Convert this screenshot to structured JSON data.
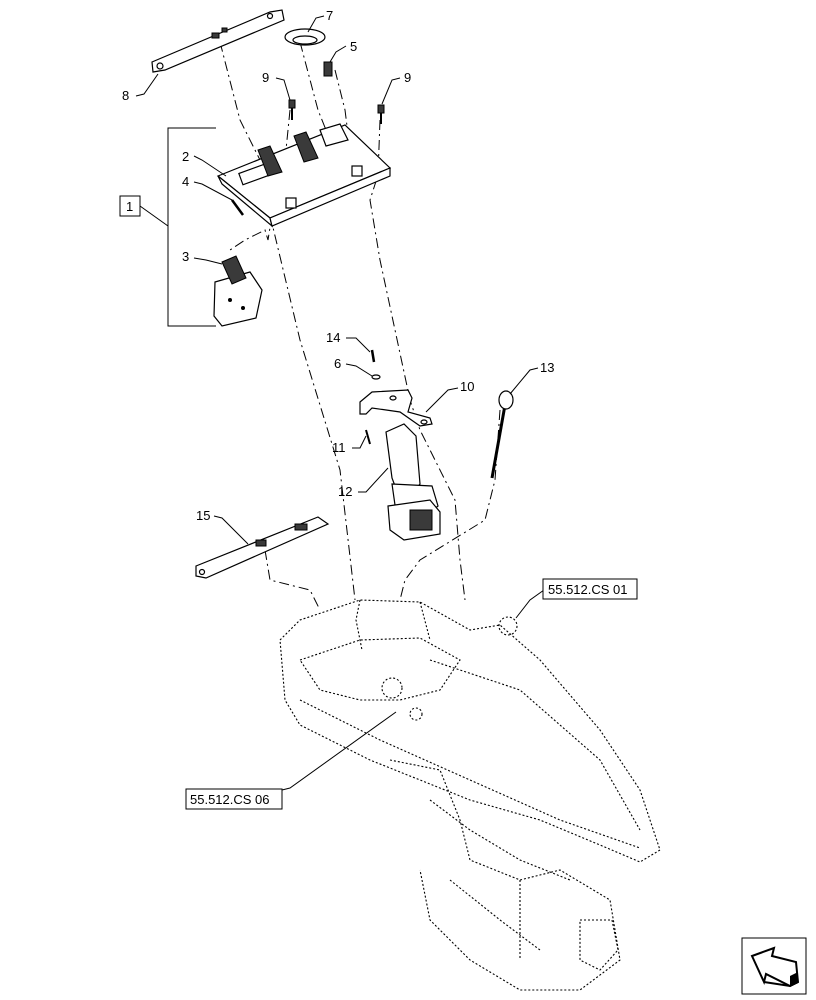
{
  "callouts": {
    "c1": "1",
    "c2": "2",
    "c3": "3",
    "c4": "4",
    "c5": "5",
    "c6": "6",
    "c7": "7",
    "c8": "8",
    "c9a": "9",
    "c9b": "9",
    "c10": "10",
    "c11": "11",
    "c12": "12",
    "c13": "13",
    "c14": "14",
    "c15": "15"
  },
  "references": {
    "ref_cs01": "55.512.CS 01",
    "ref_cs06": "55.512.CS 06"
  },
  "icons": {
    "nav_arrow": "navigation-arrow-icon"
  }
}
